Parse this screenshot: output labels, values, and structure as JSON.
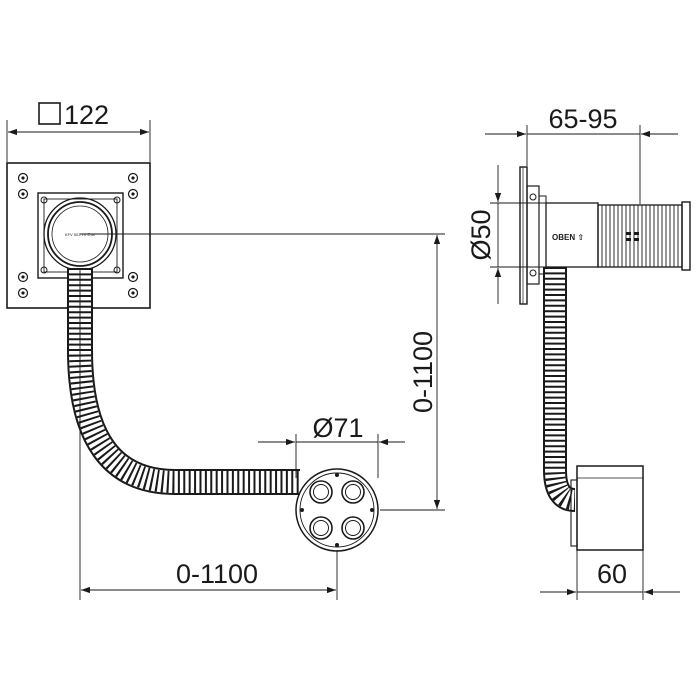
{
  "dimensions": {
    "plate_square": "122",
    "depth_range": "65-95",
    "diameter_outlet": "Ø50",
    "vertical_range": "0-1100",
    "diameter_box": "Ø71",
    "horizontal_range": "0-1100",
    "box_depth": "60"
  },
  "labels": {
    "orientation_mark": "OBEN ⇧"
  },
  "colors": {
    "line": "#1a1a1a",
    "background": "#ffffff",
    "hose_light": "#ffffff"
  }
}
